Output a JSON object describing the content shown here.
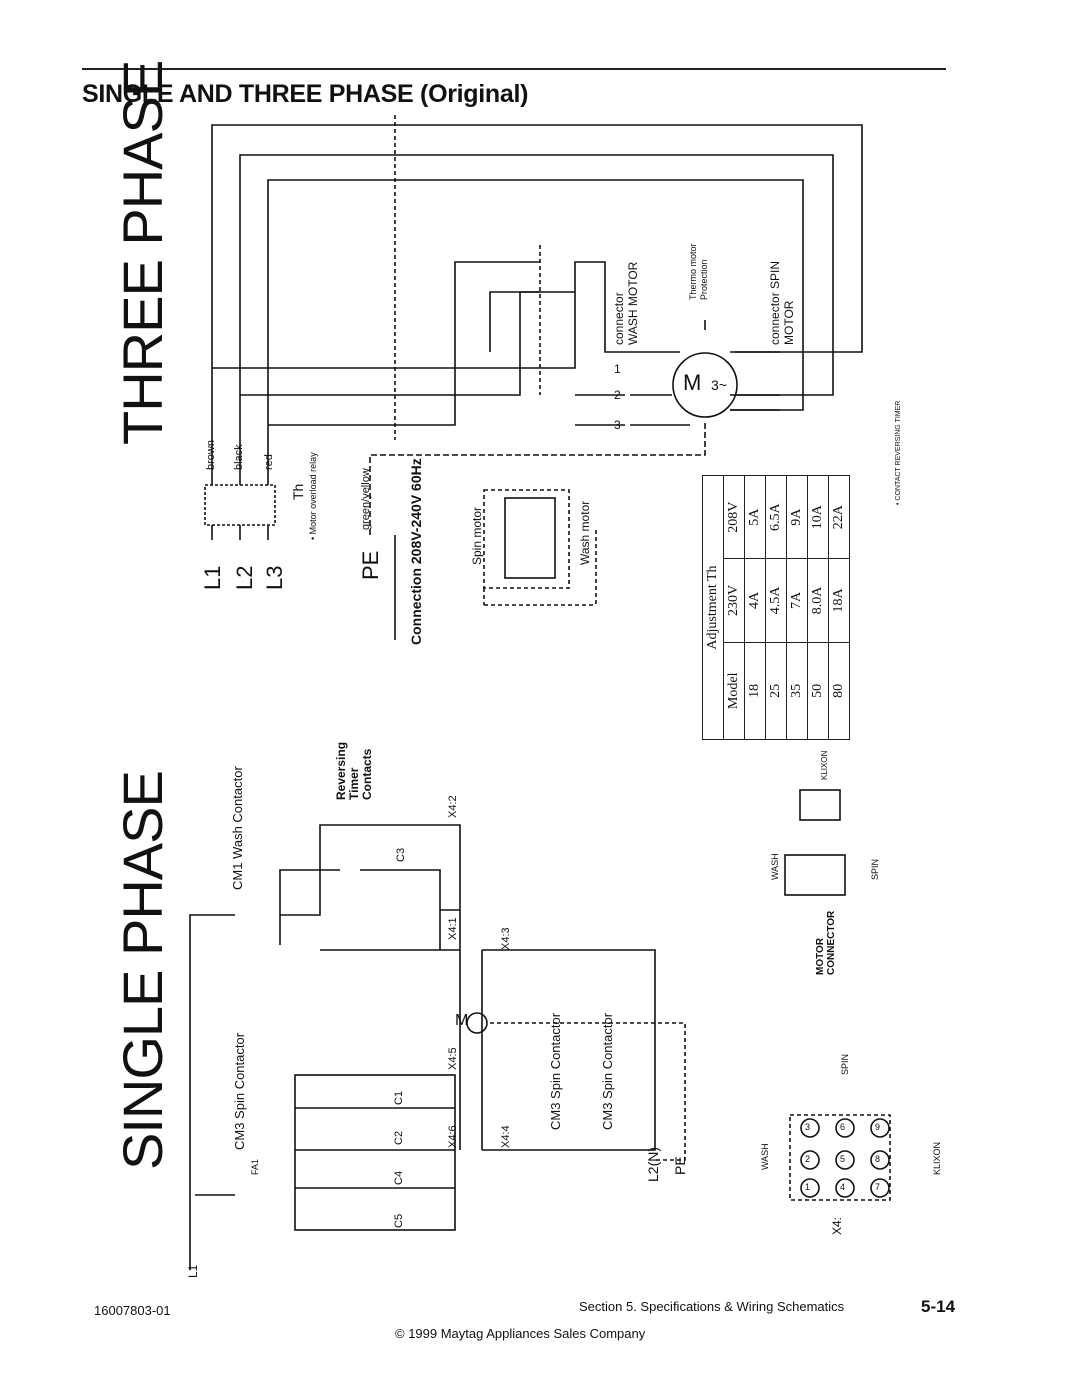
{
  "page": {
    "title": "SINGLE AND THREE PHASE (Original)",
    "section_three": "THREE PHASE",
    "section_single": "SINGLE PHASE"
  },
  "three_phase": {
    "lines": [
      "L1",
      "L2",
      "L3"
    ],
    "pe": "PE",
    "pe_color": "green/yellow",
    "wire_colors": [
      "brown",
      "black",
      "red"
    ],
    "relay_label": "Th",
    "relay_note": "• Motor overload relay",
    "connection": "Connection 208V-240V 60Hz",
    "wash_connector": "connector WASH MOTOR",
    "spin_connector": "connector SPIN MOTOR",
    "thermo": "Thermo motor Protection",
    "spin_motor": "Spin motor",
    "wash_motor": "Wash motor",
    "motor_symbol": "M",
    "motor_phase": "3~",
    "terminals": [
      "1",
      "2",
      "3"
    ],
    "contact_note": "• CONTACT REVERSING TIMER"
  },
  "adjustment_table": {
    "title": "Adjustment Th",
    "headers": [
      "Model",
      "230V",
      "208V"
    ],
    "rows": [
      [
        "18",
        "4A",
        "5A"
      ],
      [
        "25",
        "4.5A",
        "6.5A"
      ],
      [
        "35",
        "7A",
        "9A"
      ],
      [
        "50",
        "8.0A",
        "10A"
      ],
      [
        "80",
        "18A",
        "22A"
      ]
    ]
  },
  "single_phase": {
    "wash_contactor": "CM1 Wash Contactor",
    "spin_contactor_1": "CM3 Spin Contactor",
    "spin_contactor_2": "CM3 Spin Contactor",
    "spin_contactor_left": "CM3 Spin Contactor",
    "reversing": "Reversing Timer Contacts",
    "caps": [
      "C1",
      "C2",
      "C3",
      "C4",
      "C5"
    ],
    "terminals": [
      "X4:2",
      "X4:1",
      "X4:3",
      "X4:5",
      "X4:6",
      "X4:4"
    ],
    "l1": "L1",
    "l2": "L2(N)",
    "pe": "PE",
    "motor": "M",
    "fa1": "FA1"
  },
  "motor_connector": {
    "label": "MOTOR CONNECTOR",
    "wash": "WASH",
    "spin": "SPIN",
    "klixon": "KLIXON",
    "pins": [
      "1",
      "2",
      "3",
      "4",
      "5",
      "6",
      "7",
      "8",
      "9"
    ],
    "x4": "X4:"
  },
  "footer": {
    "doc_number": "16007803-01",
    "section": "Section 5.  Specifications & Wiring Schematics",
    "page_number": "5-14",
    "copyright": "© 1999 Maytag Appliances Sales Company"
  }
}
